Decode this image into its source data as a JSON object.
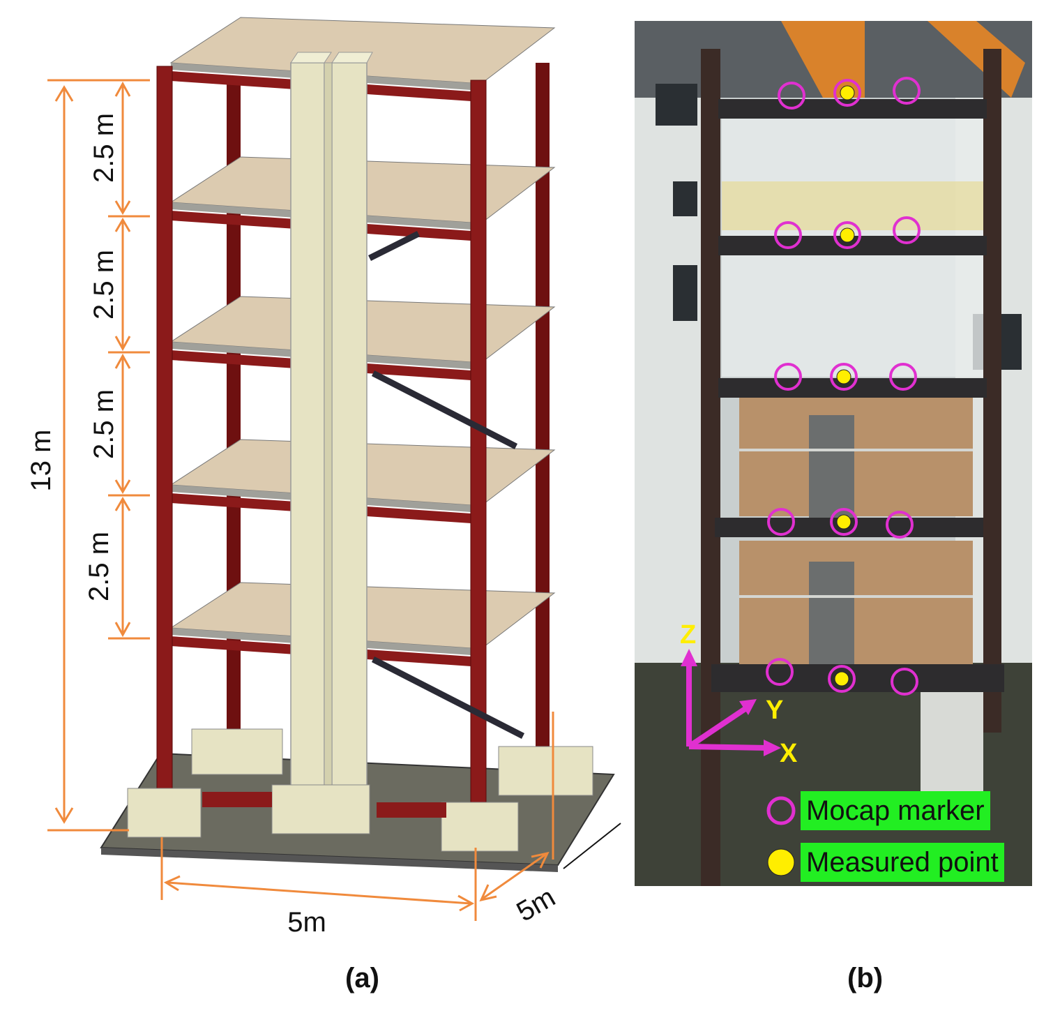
{
  "panel_a": {
    "caption": "(a)",
    "dims": {
      "total_height": "13 m",
      "story_heights": [
        "2.5 m",
        "2.5 m",
        "2.5 m",
        "2.5 m"
      ],
      "width": "5m",
      "depth": "5m"
    },
    "colors": {
      "steel_frame": "#8b1a1a",
      "slab": "#dccbb0",
      "concrete": "#e6e3c3",
      "dimension_line": "#f08a3c",
      "base_plate": "#6b6b60"
    }
  },
  "panel_b": {
    "caption": "(b)",
    "axes": {
      "x": "X",
      "y": "Y",
      "z": "Z"
    },
    "legend": {
      "marker": "Mocap marker",
      "measured": "Measured point"
    },
    "colors": {
      "marker": "#e030d0",
      "measured": "#ffee00",
      "axis_arrow": "#e030d0",
      "axis_label": "#ffee00",
      "legend_bg": "#22ee22"
    }
  }
}
